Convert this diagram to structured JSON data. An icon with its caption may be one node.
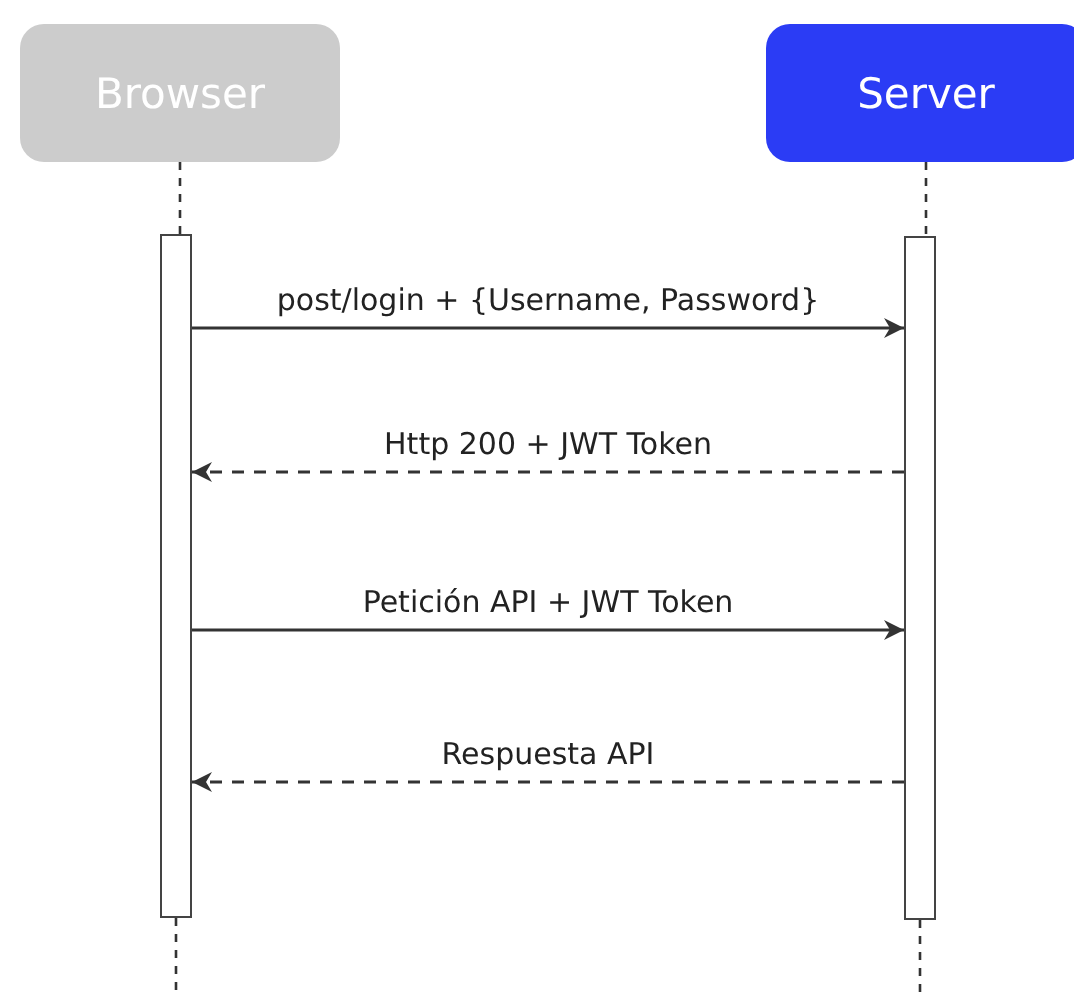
{
  "diagram": {
    "nodes": [
      {
        "text": [
          "Browser"
        ]
      },
      {
        "text": [
          "Server"
        ]
      },
      {
        "text": [],
        "shape": "bar"
      },
      {
        "text": [],
        "shape": "bar"
      }
    ],
    "edges": [
      {
        "from": 2,
        "to": 3,
        "arrow": "to",
        "label": "post/login + {Username, Password}"
      },
      {
        "from": 3,
        "to": 2,
        "arrow": "to",
        "label": "Http 200 + JWT Token",
        "style": "dashed"
      },
      {
        "from": 2,
        "to": 3,
        "arrow": "to",
        "label": "Petición API + JWT Token"
      },
      {
        "from": 3,
        "to": 2,
        "arrow": "to",
        "label": "Respuesta API",
        "style": "dashed"
      },
      {
        "from": 0,
        "to": 2,
        "arrow": "none",
        "style": "dashed"
      },
      {
        "from": 1,
        "to": 3,
        "arrow": "none",
        "style": "dashed"
      },
      {
        "from": 2,
        "to": null,
        "arrow": "none",
        "style": "dashed"
      },
      {
        "from": 3,
        "to": null,
        "arrow": "none",
        "style": "dashed"
      }
    ]
  }
}
